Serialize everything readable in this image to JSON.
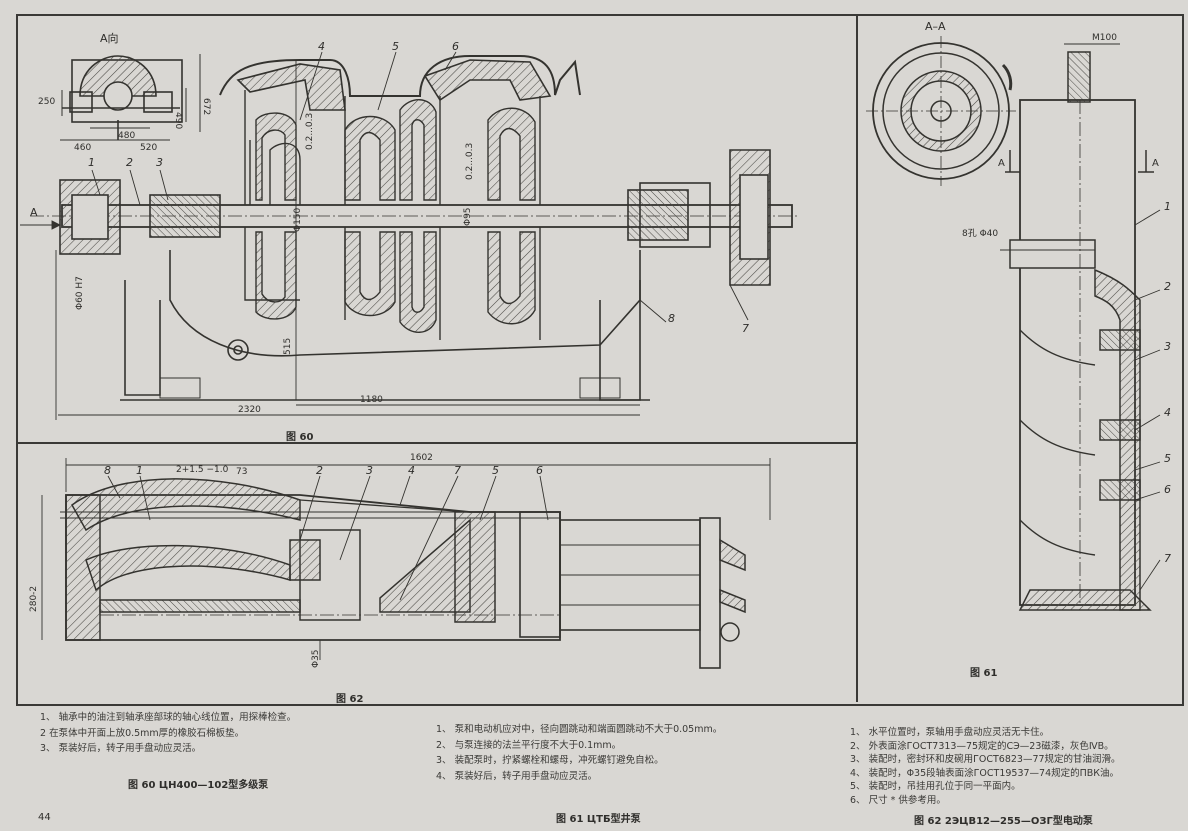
{
  "figures": {
    "fig60": {
      "label": "图 60",
      "view_label": "A向",
      "arrow_label": "A",
      "parts": [
        "1",
        "2",
        "3",
        "4",
        "5",
        "6",
        "7",
        "8"
      ],
      "dims": {
        "d250": "250",
        "d490": "490",
        "d672": "672",
        "d460": "460",
        "d480": "480",
        "d520": "520",
        "d515": "515",
        "d1180": "1180",
        "d2320": "2320",
        "gap1": "0.2...0.3",
        "gap2": "0.2...0.3",
        "dia150": "Φ150",
        "dia95": "Φ95",
        "dia_left": "Φ60 H7"
      }
    },
    "fig62": {
      "label": "图 62",
      "parts": [
        "8",
        "1",
        "2",
        "3",
        "4",
        "7",
        "5",
        "6"
      ],
      "dims": {
        "d1602": "1602",
        "d73": "73",
        "tol": "2+1.5 −1.0",
        "d280": "280-2",
        "dia35": "Φ35"
      }
    },
    "fig61": {
      "label": "图 61",
      "section": "A–A",
      "m100": "M100",
      "holes": "8孔 Φ40",
      "arrow": "A",
      "parts": [
        "1",
        "2",
        "3",
        "4",
        "5",
        "6",
        "7"
      ]
    }
  },
  "notes": {
    "fig60": [
      "1、 轴承中的油注到轴承座部球的轴心线位置，用探棒检查。",
      "2  在泵体中开面上放0.5mm厚的橡胶石棉板垫。",
      "3、 泵装好后，转子用手盘动应灵活。"
    ],
    "fig61": [
      "1、 泵和电动机应对中，径向圆跳动和端面圆跳动不大于0.05mm。",
      "2、 与泵连接的法兰平行度不大于0.1mm。",
      "3、 装配泵时，拧紧螺栓和螺母，冲死螺钉避免自松。",
      "4、 泵装好后，转子用手盘动应灵活。"
    ],
    "fig62": [
      "1、 水平位置时，泵轴用手盘动应灵活无卡住。",
      "2、 外表面涂ГОСТ7313—75规定的СЭ—23磁漆，灰色ⅣB。",
      "3、 装配时，密封环和皮碗用ГОСТ6823—77规定的甘油润滑。",
      "4、 装配时，Φ35段轴表面涂ГОСТ19537—74规定的ПВК油。",
      "5、 装配时，吊挂用孔位于同一平面内。",
      "6、 尺寸 * 供参考用。"
    ]
  },
  "captions": {
    "fig60": "图 60  ЦН400—102型多级泵",
    "fig61": "图 61  ЦТБ型井泵",
    "fig62": "图 62  2ЭЦВ12—255—ОЗГ型电动泵"
  },
  "page_number": "44"
}
